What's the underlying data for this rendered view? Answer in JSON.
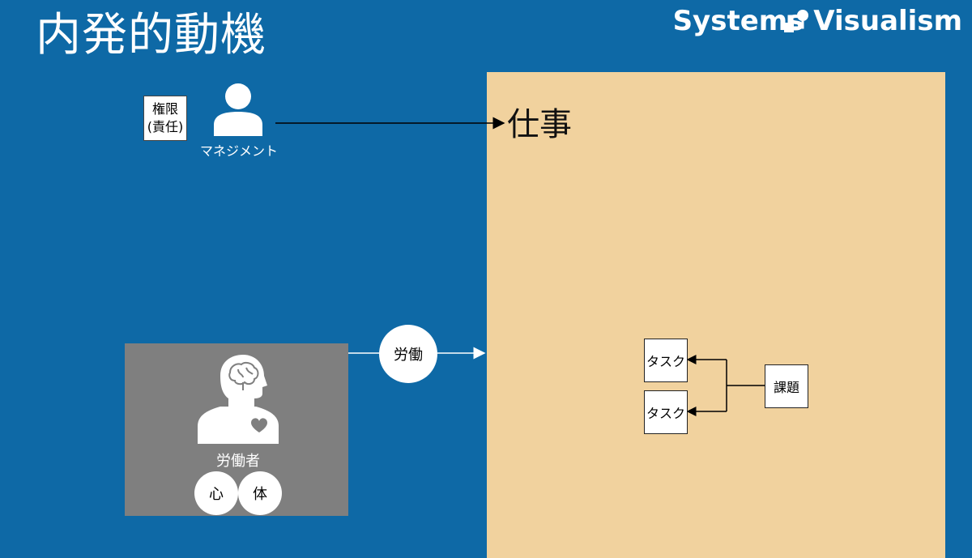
{
  "title": "内発的動機",
  "brand": {
    "text": "Systems Visualism"
  },
  "work": {
    "label": "仕事"
  },
  "authority": {
    "line1": "権限",
    "line2": "(責任)"
  },
  "management": {
    "label": "マネジメント"
  },
  "worker": {
    "label": "労働者",
    "heart": "心",
    "body": "体"
  },
  "labor": {
    "label": "労働"
  },
  "tasks": [
    "タスク",
    "タスク"
  ],
  "issue": {
    "label": "課題"
  },
  "colors": {
    "background": "#0e69a6",
    "work_area": "#f1d29e",
    "worker_box": "#7f7f7f",
    "white": "#ffffff"
  }
}
